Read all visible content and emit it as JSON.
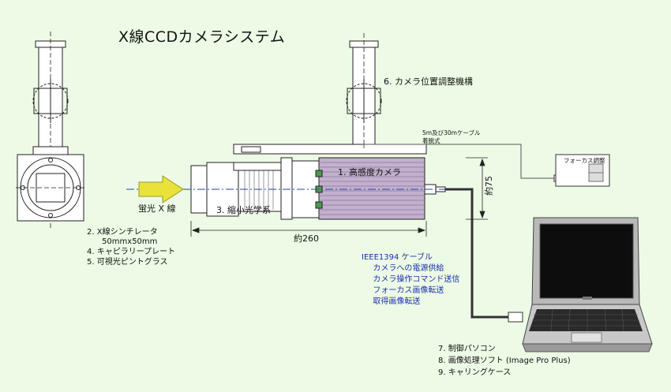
{
  "title": "X線CCDカメラシステム",
  "labels": {
    "camera": "1.  高感度カメラ",
    "optics": "3.  縮小光学系",
    "xray": "蛍光 X 線",
    "adjust_mech": "6.  カメラ位置調整機構",
    "focus_box": "フォーカス調整",
    "cable_top_1": "5m及び30mケーブル",
    "cable_top_2": "着脱式",
    "dim_width": "約260",
    "dim_height": "約75"
  },
  "components_left": [
    "2.  X線シンチレータ",
    "      50mmx50mm",
    "4.  キャピラリープレート",
    "5.  可視光ピントグラス"
  ],
  "ieee_list": [
    "IEEE1394 ケーブル",
    "  カメラへの電源供給",
    "  カメラ操作コマンド送信",
    "  フォーカス画像転送",
    "  取得画像転送"
  ],
  "components_pc": [
    "7.  制御パソコン",
    "8.  画像処理ソフト (Image Pro Plus)",
    "9.  キャリングケース"
  ],
  "colors": {
    "background": "#edfbe6",
    "ieee_text": "#1a2fa8",
    "camera_body": "#b8a6c4",
    "arrow": "#e8e23a"
  }
}
